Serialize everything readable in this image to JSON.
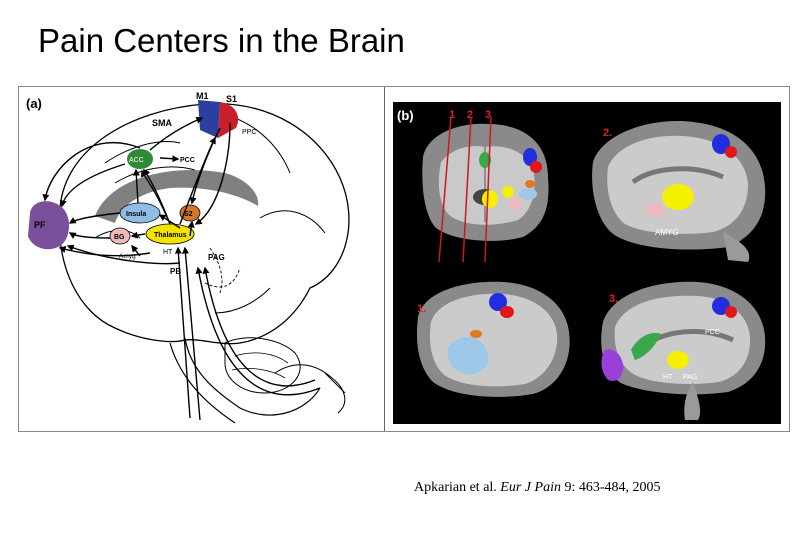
{
  "slide": {
    "title": "Pain Centers in the Brain"
  },
  "figure": {
    "panel_a": {
      "panel_label": "(a)",
      "labels": {
        "m1": "M1",
        "s1": "S1",
        "sma": "SMA",
        "ppc": "PPC",
        "acc": "ACC",
        "pcc": "PCC",
        "pf": "PF",
        "insula": "Insula",
        "s2": "S2",
        "bg": "BG",
        "thalamus": "Thalamus",
        "amyg": "Amyg",
        "ht": "HT",
        "pag": "PAG",
        "pb": "PB"
      },
      "colors": {
        "m1": "#2b3f9e",
        "s1": "#c8202a",
        "acc": "#2f8a35",
        "pf": "#7a4f9c",
        "insula": "#8fbde6",
        "s2": "#d4762a",
        "bg": "#f0b8b8",
        "thalamus": "#f3e300",
        "band": "#808080"
      }
    },
    "panel_b": {
      "panel_label": "(b)",
      "slice_labels": [
        "1",
        "2",
        "3"
      ],
      "view_labels": {
        "v2": "2.",
        "v1": "1.",
        "v3": "3."
      },
      "region_labels": {
        "amyg": "AMYG",
        "pcc": "PCC",
        "ht": "HT",
        "pag": "PAG"
      },
      "colors": {
        "slice_line": "#d01818",
        "label_red": "#e02020",
        "blue": "#1f2fe0",
        "red": "#e01818",
        "yellow": "#f4f000",
        "green": "#3aa84a",
        "purple": "#9a40d8",
        "orange": "#e07a20",
        "lightblue": "#9ec8e8",
        "pink": "#f0b8c0"
      }
    }
  },
  "citation": {
    "authors": "Apkarian et al. ",
    "journal": "Eur J Pain",
    "details": " 9: 463-484, 2005"
  }
}
